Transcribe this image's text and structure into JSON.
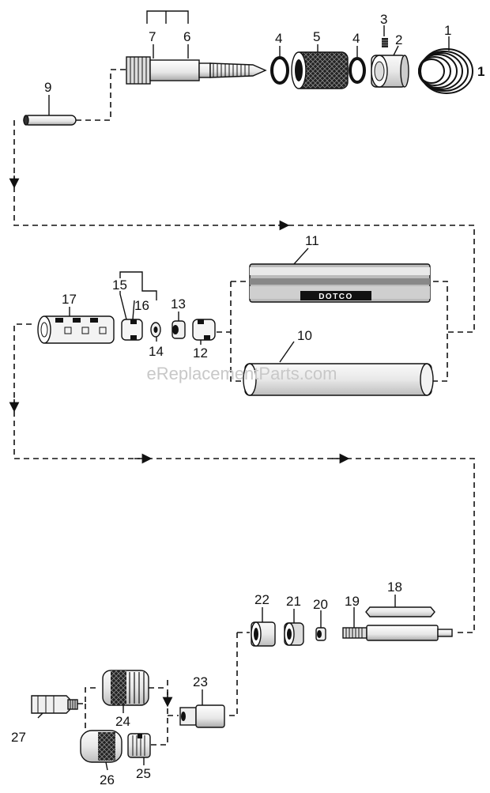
{
  "labels": {
    "l1": "1",
    "l1b": "1",
    "l2": "2",
    "l3": "3",
    "l4a": "4",
    "l4b": "4",
    "l5": "5",
    "l6": "6",
    "l7": "7",
    "l9": "9",
    "l10": "10",
    "l11": "11",
    "l12": "12",
    "l13": "13",
    "l14": "14",
    "l15": "15",
    "l16": "16",
    "l17": "17",
    "l18": "18",
    "l19": "19",
    "l20": "20",
    "l21": "21",
    "l22": "22",
    "l23": "23",
    "l24": "24",
    "l25": "25",
    "l26": "26",
    "l27": "27"
  },
  "brand_text": "DOTCO",
  "watermark": "eReplacementParts.com"
}
